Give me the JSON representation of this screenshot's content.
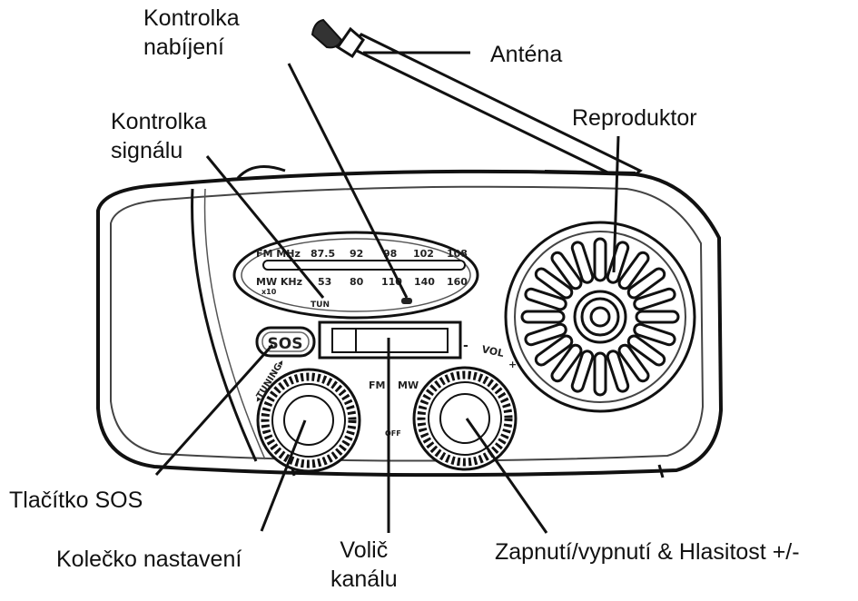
{
  "labels": {
    "charging_light": [
      "Kontrolka",
      "nabíjení"
    ],
    "antenna": "Anténa",
    "signal_light": [
      "Kontrolka",
      "signálu"
    ],
    "speaker": "Reproduktor",
    "sos_button": "Tlačítko SOS",
    "tuning_wheel": "Kolečko nastavení",
    "channel_selector": [
      "Volič",
      "kanálu"
    ],
    "power_volume": "Zapnutí/vypnutí & Hlasitost +/-"
  },
  "dial": {
    "fm_label": "FM MHz",
    "fm_scale": [
      "87.5",
      "92",
      "98",
      "102",
      "108"
    ],
    "mw_label": "MW KHz",
    "mw_multiplier": "x10",
    "mw_scale": [
      "53",
      "80",
      "110",
      "140",
      "160"
    ],
    "tun_label": "TUN"
  },
  "panel": {
    "sos_text": "SOS",
    "tuning_text": "TUNING",
    "fm_text": "FM",
    "mw_text": "MW",
    "off_text": "OFF",
    "vol_text": "VOL",
    "vol_minus": "-",
    "vol_plus": "+"
  }
}
